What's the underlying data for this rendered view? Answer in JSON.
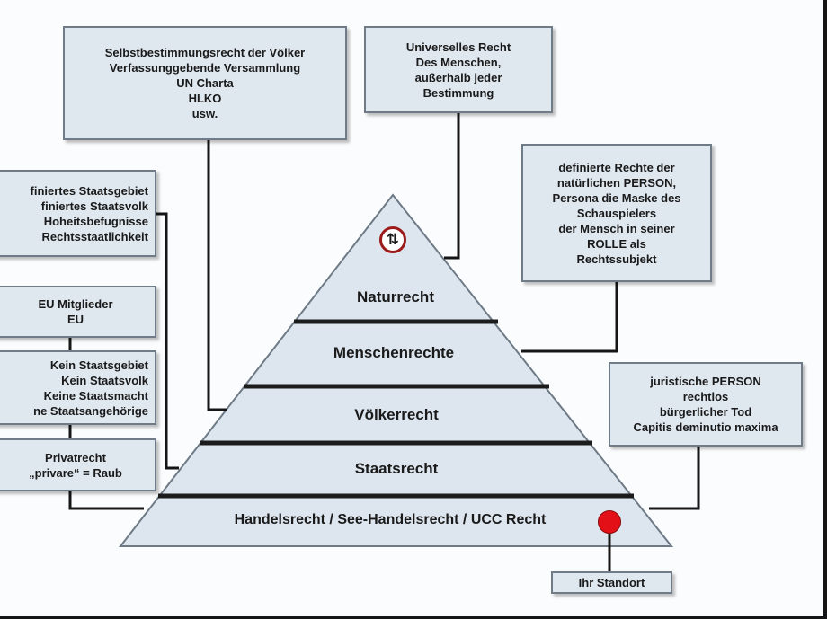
{
  "pyramid": {
    "levels": [
      {
        "id": "naturrecht",
        "label": "Naturrecht"
      },
      {
        "id": "menschenrechte",
        "label": "Menschenrechte"
      },
      {
        "id": "voelkerrecht",
        "label": "Völkerrecht"
      },
      {
        "id": "staatsrecht",
        "label": "Staatsrecht"
      },
      {
        "id": "handelsrecht",
        "label": "Handelsrecht / See-Handelsrecht / UCC Recht"
      }
    ],
    "colors": {
      "fill": "#dde6ef",
      "divider": "#1c1c1c",
      "outline": "#6d7a86"
    }
  },
  "boxes": {
    "voelkerrecht_sources": "Selbstbestimmungsrecht der Völker\nVerfassunggebende Versammlung\nUN Charta\nHLKO\nusw.",
    "universal_law": "Universelles Recht\nDes Menschen,\naußerhalb jeder\nBestimmung",
    "natural_person": "definierte Rechte der\nnatürlichen PERSON,\nPersona die Maske des\nSchauspielers\nder Mensch in seiner\nROLLE als\nRechtssubjekt",
    "state_definition": "finiertes Staatsgebiet\nfiniertes Staatsvolk\nHoheitsbefugnisse\nRechtsstaatlichkeit",
    "eu_members": "EU Mitglieder\nEU",
    "no_state": "Kein Staatsgebiet\nKein Staatsvolk\nKeine Staatsmacht\nne Staatsangehörige",
    "private_law": "Privatrecht\n„privare“ = Raub",
    "legal_person": "juristische PERSON\nrechtlos\nbürgerlicher Tod\nCapitis deminutio maxima",
    "your_location": "Ihr Standort"
  },
  "icons": {
    "apex": "up-down-arrows-icon",
    "apex_glyph": "⇅",
    "marker": "red-location-dot-icon"
  },
  "colors": {
    "box_fill": "#dfe7ef",
    "box_border": "#6f7b87",
    "connector": "#151515",
    "marker_red": "#e31018",
    "icon_ring": "#9c1a1a"
  }
}
